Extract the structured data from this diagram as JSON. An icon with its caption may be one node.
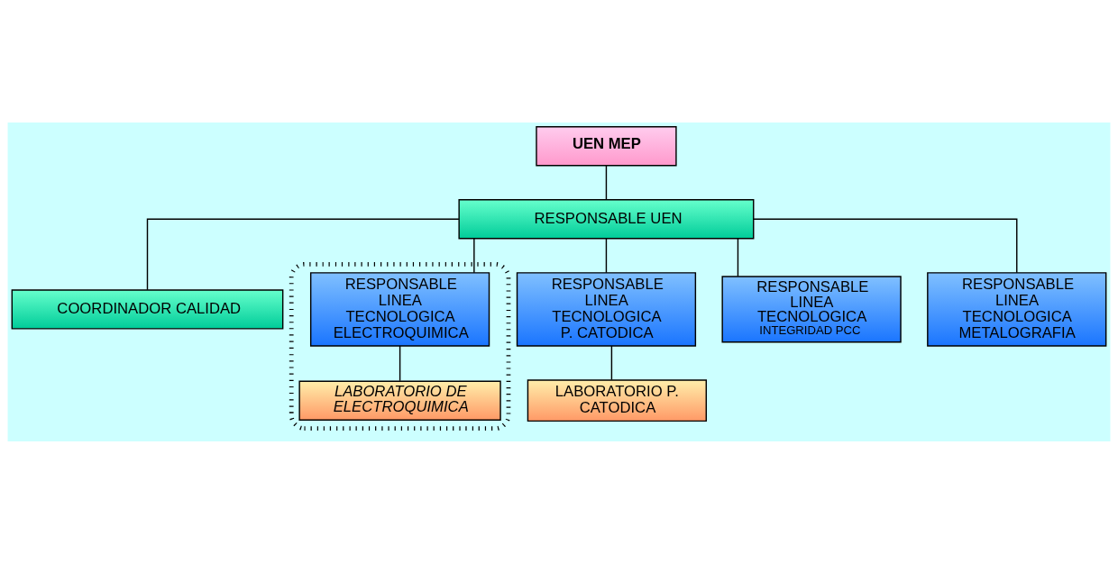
{
  "diagram": {
    "nodes": [
      {
        "text": [
          "UEN MEP"
        ]
      },
      {
        "text": [
          "RESPONSABLE UEN"
        ]
      },
      {
        "text": [
          "COORDINADOR CALIDAD"
        ]
      },
      {
        "text": [],
        "shape": "box"
      },
      {
        "text": [
          "RESPONSABLE LINEA TECNOLOGICA",
          "ELECTROQUIMICA"
        ],
        "in": 3
      },
      {
        "text": [
          "RESPONSABLE LINEA TECNOLOGICA",
          "P. CATODICA"
        ]
      },
      {
        "text": [
          "RESPONSABLE LINEA TECNOLOGICA",
          "INTEGRIDAD PCC"
        ]
      },
      {
        "text": [
          "RESPONSABLE LINEA TECNOLOGICA",
          "METALOGRAFIA"
        ]
      },
      {
        "text": [
          "LABORATORIO DE ELECTROQUIMICA"
        ],
        "in": 3
      },
      {
        "text": [
          "LABORATORIO P. CATODICA"
        ]
      }
    ],
    "edges": [
      {
        "from": 0,
        "to": 1,
        "arrow": "none"
      },
      {
        "from": 1,
        "to": 2,
        "arrow": "none"
      },
      {
        "from": 1,
        "to": 4,
        "arrow": "none"
      },
      {
        "from": 1,
        "to": 5,
        "arrow": "none"
      },
      {
        "from": 1,
        "to": 6,
        "arrow": "none"
      },
      {
        "from": 1,
        "to": 7,
        "arrow": "none"
      },
      {
        "from": 4,
        "to": 8,
        "arrow": "none"
      },
      {
        "from": 5,
        "to": 9,
        "arrow": "none"
      }
    ]
  }
}
